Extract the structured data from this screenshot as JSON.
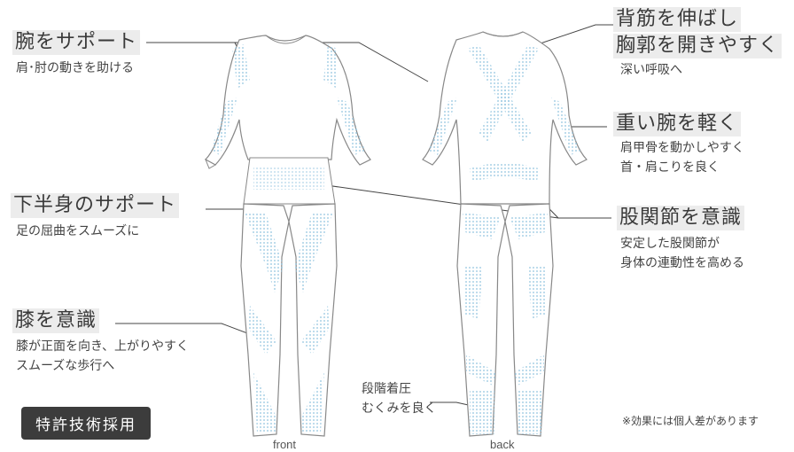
{
  "labels": {
    "arm_support": {
      "title": "腕をサポート",
      "desc": "肩･肘の動きを助ける"
    },
    "back_stretch": {
      "title_line1": "背筋を伸ばし",
      "title_line2": "胸郭を開きやすく",
      "desc": "深い呼吸へ"
    },
    "light_arm": {
      "title": "重い腕を軽く",
      "desc_line1": "肩甲骨を動かしやすく",
      "desc_line2": "首・肩こりを良く"
    },
    "lower_support": {
      "title": "下半身のサポート",
      "desc": "足の屈曲をスムーズに"
    },
    "hip_joint": {
      "title": "股関節を意識",
      "desc_line1": "安定した股関節が",
      "desc_line2": "身体の連動性を高める"
    },
    "knee": {
      "title": "膝を意識",
      "desc_line1": "膝が正面を向き、上がりやすく",
      "desc_line2": "スムーズな歩行へ"
    },
    "compression": {
      "line1": "段階着圧",
      "line2": "むくみを良く"
    }
  },
  "badge": "特許技術採用",
  "captions": {
    "front": "front",
    "back": "back"
  },
  "footnote": "※効果には個人差があります",
  "colors": {
    "accent_dots": "#8fc3df",
    "outline": "#888888"
  }
}
